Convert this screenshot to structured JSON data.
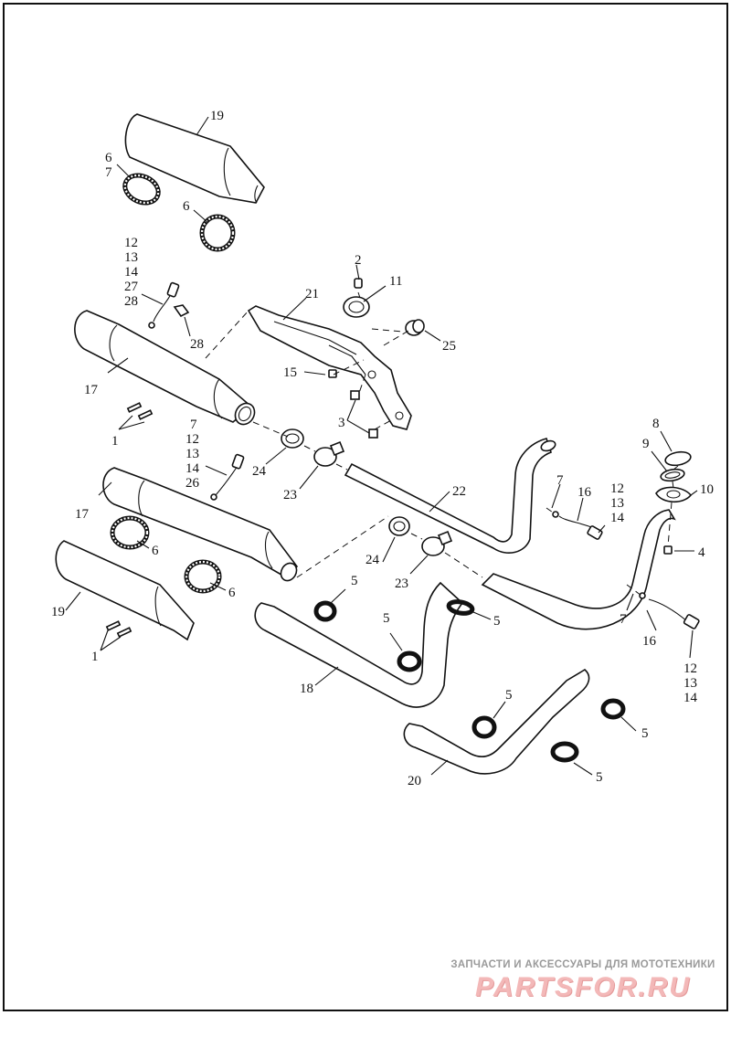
{
  "labels": {
    "l19a": "19",
    "l6a": "6",
    "l7a": "7",
    "l6b": "6",
    "l12a": "12",
    "l13a": "13",
    "l14a": "14",
    "l27": "27",
    "l28a": "28",
    "l28b": "28",
    "l2": "2",
    "l11": "11",
    "l21": "21",
    "l25": "25",
    "l15": "15",
    "l3": "3",
    "l17a": "17",
    "l1a": "1",
    "l7b": "7",
    "l12b": "12",
    "l13b": "13",
    "l14b": "14",
    "l26": "26",
    "l24a": "24",
    "l23a": "23",
    "l22": "22",
    "l8": "8",
    "l9": "9",
    "l10": "10",
    "l4": "4",
    "l7c": "7",
    "l16a": "16",
    "l12c": "12",
    "l13c": "13",
    "l14c": "14",
    "l17b": "17",
    "l6c": "6",
    "l6d": "6",
    "l19b": "19",
    "l1b": "1",
    "l24b": "24",
    "l23b": "23",
    "l5a": "5",
    "l5b": "5",
    "l5c": "5",
    "l18": "18",
    "l7d": "7",
    "l16b": "16",
    "l12d": "12",
    "l13d": "13",
    "l14d": "14",
    "l5d": "5",
    "l5e": "5",
    "l5f": "5",
    "l20": "20"
  },
  "watermark": {
    "caption": "ЗАПЧАСТИ И АКСЕССУАРЫ ДЛЯ МОТОТЕХНИКИ",
    "logo": "PARTSFOR.RU"
  }
}
